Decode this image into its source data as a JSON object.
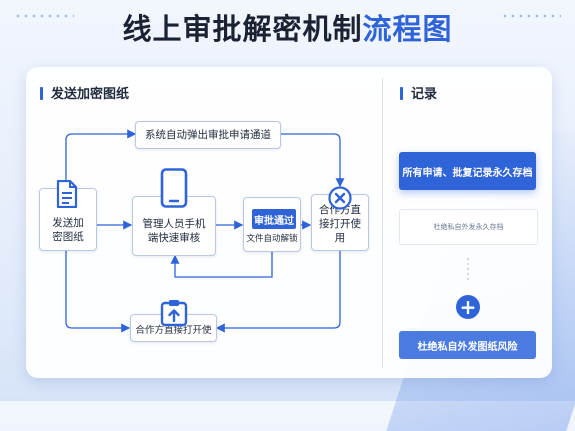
{
  "title": {
    "main": "线上审批解密机制",
    "highlight": "流程图"
  },
  "flow": {
    "section_title": "发送加密图纸",
    "send_node": "发送加密图纸",
    "auto_popup_node": "系统自动弹出审批申请通道",
    "manager_node": "管理人员手机端快速审核",
    "approved_label": "审批通过",
    "auto_decrypt_label": "文件自动解锁",
    "partner_node": "合作方直接打开使用",
    "partner_direct_node": "合作方直接打开使"
  },
  "record": {
    "section_title": "记录",
    "head": "所有申请、批复记录永久存档",
    "card_text": "杜绝私自外发永久存档",
    "plus": "+",
    "foot": "杜绝私自外发图纸风险"
  },
  "colors": {
    "accent": "#2f63d8",
    "wire": "#2f63d8"
  },
  "icons": [
    "document-icon",
    "phone-icon",
    "close-circle-icon",
    "clipboard-upload-icon",
    "plus-icon"
  ]
}
